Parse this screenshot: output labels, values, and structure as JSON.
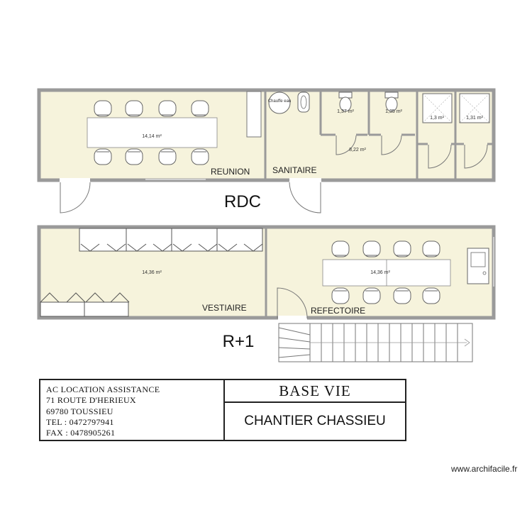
{
  "levels": {
    "rdc": "RDC",
    "r1": "R+1"
  },
  "rooms": {
    "reunion": {
      "name": "REUNION",
      "area": "14,14 m²"
    },
    "sanitaire": {
      "name": "SANITAIRE",
      "area": "8,22 m²"
    },
    "wc1_area": "1,37 m²",
    "wc2_area": "1,35 m²",
    "douche1_area": "1,3 m²",
    "douche2_area": "1,31 m²",
    "vestiaire": {
      "name": "VESTIAIRE",
      "area": "14,36 m²"
    },
    "refectoire": {
      "name": "REFECTOIRE",
      "area": "14,36 m²"
    }
  },
  "fixtures": {
    "basin_label": "Chauffe eau"
  },
  "title_block": {
    "company_lines": [
      "AC LOCATION ASSISTANCE",
      "71 ROUTE D'HERIEUX",
      "69780 TOUSSIEU",
      "TEL : 0472797941",
      "FAX : 0478905261"
    ],
    "title": "BASE VIE",
    "subtitle": "CHANTIER CHASSIEU"
  },
  "watermark": "www.archifacile.fr"
}
